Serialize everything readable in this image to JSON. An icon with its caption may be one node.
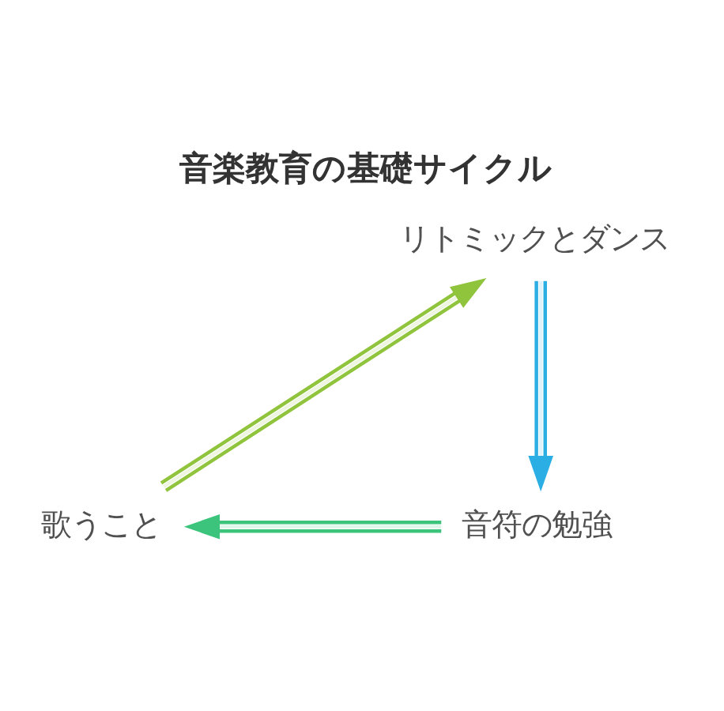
{
  "diagram": {
    "title": "音楽教育の基礎サイクル",
    "nodes": [
      {
        "text": [
          "リトミックとダンス"
        ]
      },
      {
        "text": [
          "音符の勉強"
        ]
      },
      {
        "text": [
          "歌うこと"
        ]
      }
    ],
    "edges": [
      {
        "from": 0,
        "to": 1,
        "arrow": "to",
        "color": "#2aaee3"
      },
      {
        "from": 1,
        "to": 2,
        "arrow": "to",
        "color": "#3cc47c"
      },
      {
        "from": 2,
        "to": 0,
        "arrow": "to",
        "color": "#8fc43c"
      }
    ]
  }
}
